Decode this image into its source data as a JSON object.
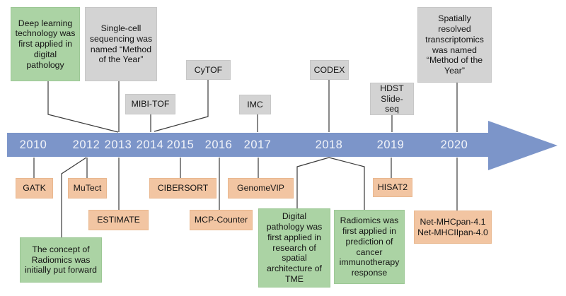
{
  "colors": {
    "blue": "#7c95c9",
    "gray": "#d3d3d3",
    "green": "#abd3a4",
    "orange": "#f2c5a2",
    "line": "#3a3a3a",
    "year_text": "#f2f4f9"
  },
  "timeline": {
    "years": [
      "2010",
      "2012",
      "2013",
      "2014",
      "2015",
      "2016",
      "2017",
      "2018",
      "2019",
      "2020"
    ]
  },
  "events_above": [
    {
      "label": "Deep learning\ntechnology was\nfirst applied in\ndigital\npathology",
      "year": "2013",
      "style": "green"
    },
    {
      "label": "Single-cell\nsequencing was\nnamed “Method\nof the Year”",
      "year": "2013",
      "style": "gray"
    },
    {
      "label": "MIBI-TOF",
      "year": "2014",
      "style": "gray"
    },
    {
      "label": "CyTOF",
      "year": "2014",
      "style": "gray"
    },
    {
      "label": "IMC",
      "year": "2017",
      "style": "gray"
    },
    {
      "label": "CODEX",
      "year": "2018",
      "style": "gray"
    },
    {
      "label": "HDST\nSlide-\nseq",
      "year": "2019",
      "style": "gray"
    },
    {
      "label": "Spatially\nresolved\ntranscriptomics\nwas named\n“Method of the\nYear”",
      "year": "2020",
      "style": "gray"
    }
  ],
  "events_below": [
    {
      "label": "GATK",
      "year": "2010",
      "style": "orange"
    },
    {
      "label": "MuTect",
      "year": "2012",
      "style": "orange"
    },
    {
      "label": "The concept of\nRadiomics was\ninitially put forward",
      "year": "2012",
      "style": "green"
    },
    {
      "label": "ESTIMATE",
      "year": "2013",
      "style": "orange"
    },
    {
      "label": "CIBERSORT",
      "year": "2015",
      "style": "orange"
    },
    {
      "label": "MCP-Counter",
      "year": "2016",
      "style": "orange"
    },
    {
      "label": "GenomeVIP",
      "year": "2017",
      "style": "orange"
    },
    {
      "label": "Digital\npathology was\nfirst applied in\nresearch of\nspatial\narchitecture of\nTME",
      "year": "2018",
      "style": "green"
    },
    {
      "label": "Radiomics was\nfirst applied  in\nprediction of\ncancer\nimmunotherapy\nresponse",
      "year": "2018",
      "style": "green"
    },
    {
      "label": "HISAT2",
      "year": "2019",
      "style": "orange"
    },
    {
      "label": "Net-MHCpan-4.1\nNet-MHCIIpan-4.0",
      "year": "2020",
      "style": "orange"
    }
  ]
}
